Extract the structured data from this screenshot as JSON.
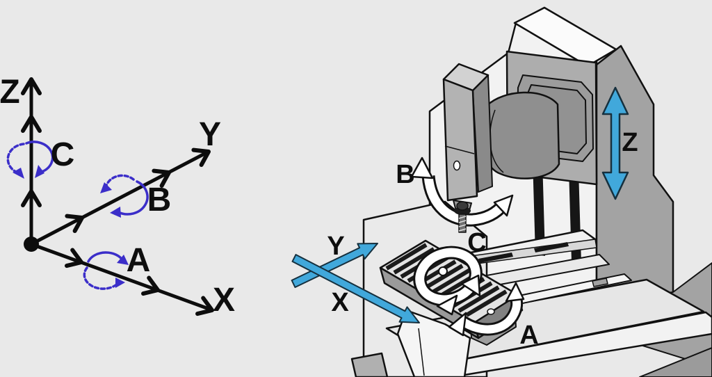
{
  "figure": {
    "description": "Five-axis CNC machine coordinate system diagram: XYZ linear axes with A, B, C rotary axes shown on an abstract axis triad (left) and on an isometric milling machine illustration (right)"
  },
  "colors": {
    "background": "#e9e9e9",
    "axis_line": "#0d0d0d",
    "rotation_arrow_indigo": "#3b2ec9",
    "linear_arrow_blue": "#41a8db",
    "linear_arrow_outline": "#16303e",
    "rotation_arrow_white": "#ffffff",
    "machine_outline": "#111111"
  },
  "axis_diagram": {
    "linear_axes": [
      {
        "id": "z",
        "label": "Z"
      },
      {
        "id": "y",
        "label": "Y"
      },
      {
        "id": "x",
        "label": "X"
      }
    ],
    "rotary_axes": [
      {
        "id": "c",
        "label": "C",
        "about_axis": "Z"
      },
      {
        "id": "b",
        "label": "B",
        "about_axis": "Y"
      },
      {
        "id": "a",
        "label": "A",
        "about_axis": "X"
      }
    ]
  },
  "machine_diagram": {
    "linear_axes": [
      {
        "id": "x",
        "label": "X"
      },
      {
        "id": "y",
        "label": "Y"
      },
      {
        "id": "z",
        "label": "Z"
      }
    ],
    "rotary_axes": [
      {
        "id": "a",
        "label": "A"
      },
      {
        "id": "b",
        "label": "B"
      },
      {
        "id": "c",
        "label": "C"
      }
    ]
  }
}
